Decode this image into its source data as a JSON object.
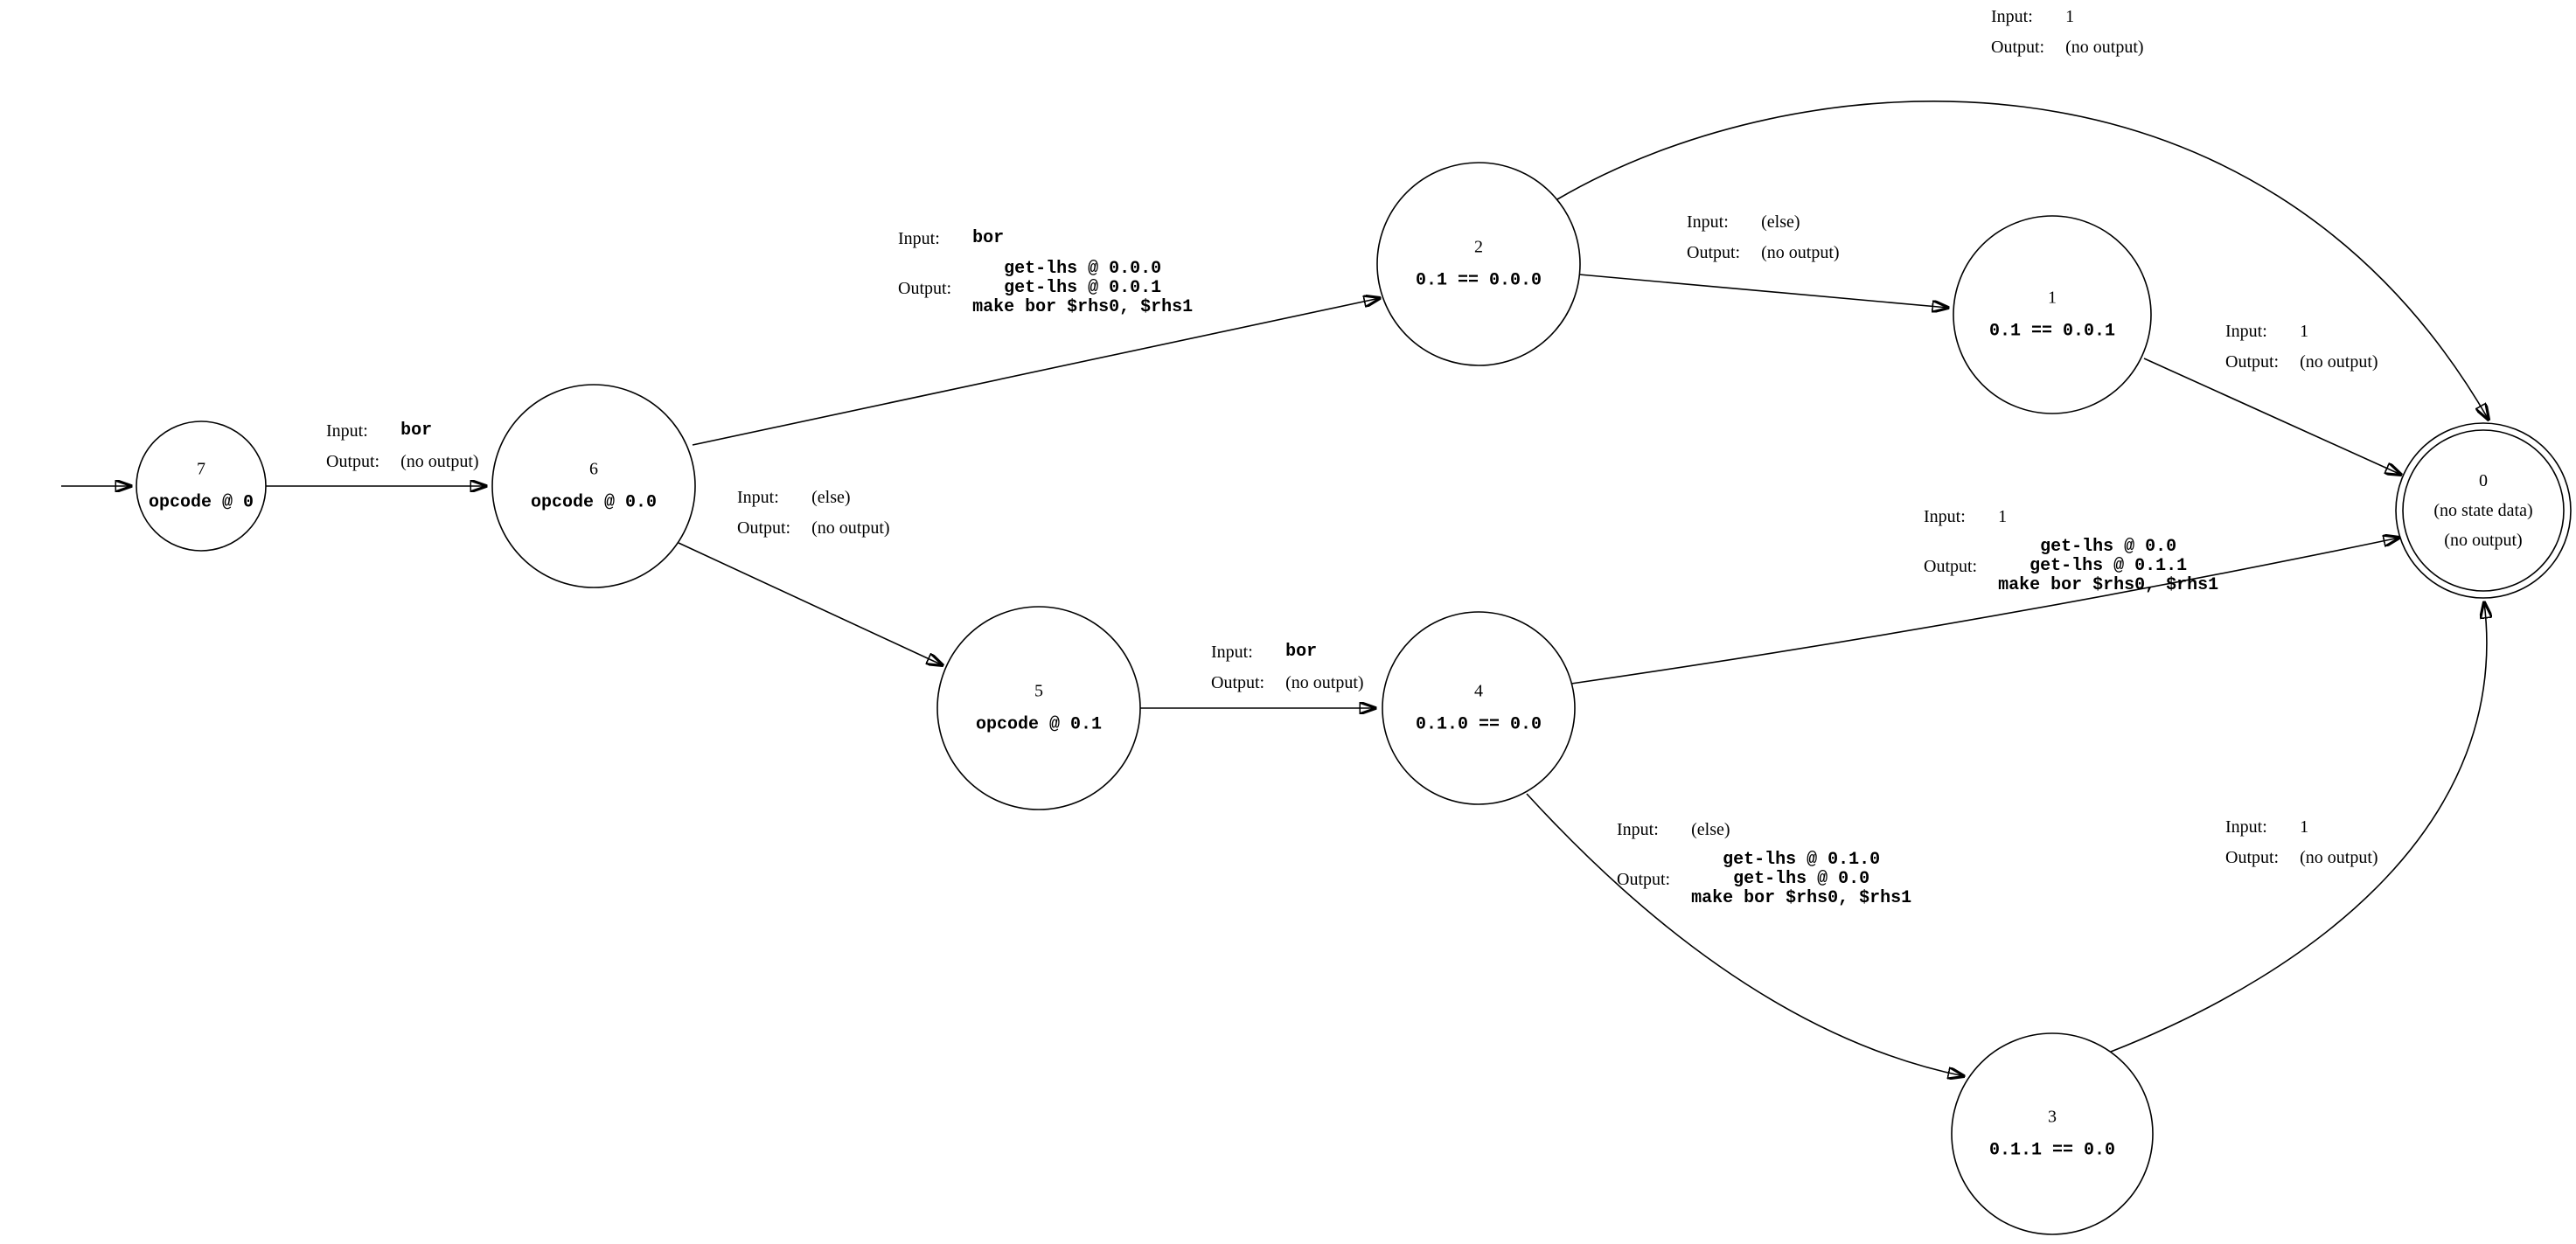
{
  "keys": {
    "input": "Input:",
    "output": "Output:"
  },
  "states": {
    "s7": {
      "name": "7",
      "data": "opcode @ 0"
    },
    "s6": {
      "name": "6",
      "data": "opcode @ 0.0"
    },
    "s5": {
      "name": "5",
      "data": "opcode @ 0.1"
    },
    "s2": {
      "name": "2",
      "data": "0.1 == 0.0.0"
    },
    "s1": {
      "name": "1",
      "data": "0.1 == 0.0.1"
    },
    "s4": {
      "name": "4",
      "data": "0.1.0 == 0.0"
    },
    "s3": {
      "name": "3",
      "data": "0.1.1 == 0.0"
    },
    "s0": {
      "name": "0",
      "line1": "(no state data)",
      "line2": "(no output)"
    }
  },
  "edges": {
    "e7_6": {
      "input": "bor",
      "output": "(no output)"
    },
    "e6_2": {
      "input": "bor",
      "output_lines": [
        "get-lhs @ 0.0.0",
        "get-lhs @ 0.0.1",
        "make bor $rhs0, $rhs1"
      ]
    },
    "e6_5": {
      "input": "(else)",
      "output": "(no output)"
    },
    "e2_0": {
      "input": "1",
      "output": "(no output)"
    },
    "e2_1": {
      "input": "(else)",
      "output": "(no output)"
    },
    "e1_0": {
      "input": "1",
      "output": "(no output)"
    },
    "e5_4": {
      "input": "bor",
      "output": "(no output)"
    },
    "e4_0": {
      "input": "1",
      "output_lines": [
        "get-lhs @ 0.0",
        "get-lhs @ 0.1.1",
        "make bor $rhs0, $rhs1"
      ]
    },
    "e4_3": {
      "input": "(else)",
      "output_lines": [
        "get-lhs @ 0.1.0",
        "get-lhs @ 0.0",
        "make bor $rhs0, $rhs1"
      ]
    },
    "e3_0": {
      "input": "1",
      "output": "(no output)"
    }
  }
}
